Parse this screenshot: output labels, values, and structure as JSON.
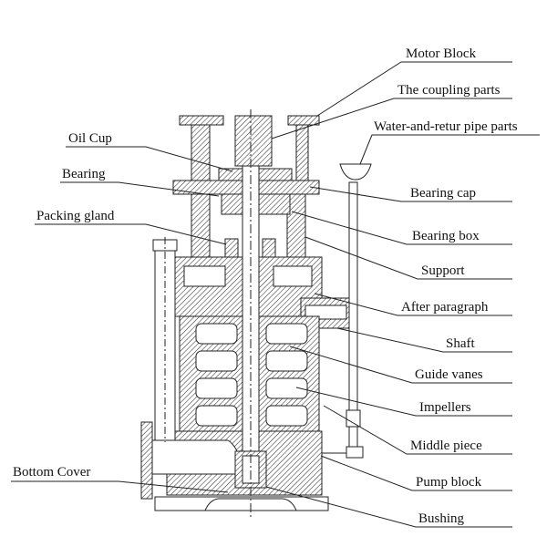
{
  "labels": {
    "motor_block": "Motor Block",
    "coupling": "The coupling parts",
    "oil_cup": "Oil Cup",
    "water_pipe": "Water-and-retur pipe parts",
    "bearing": "Bearing",
    "bearing_cap": "Bearing cap",
    "packing_gland": "Packing gland",
    "bearing_box": "Bearing box",
    "support": "Support",
    "after_paragraph": "After paragraph",
    "shaft": "Shaft",
    "guide_vanes": "Guide vanes",
    "impellers": "Impellers",
    "middle_piece": "Middle piece",
    "pump_block": "Pump block",
    "bottom_cover": "Bottom Cover",
    "bushing": "Bushing"
  }
}
